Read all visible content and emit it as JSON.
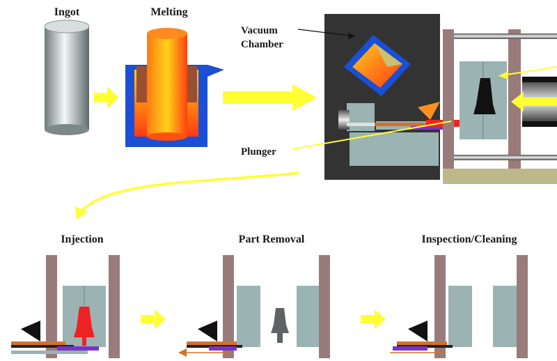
{
  "labels": {
    "ingot": "Ingot",
    "melting": "Melting",
    "vacuum_line1": "Vacuum",
    "vacuum_line2": "Chamber",
    "plunger": "Plunger",
    "injection": "Injection",
    "part_removal": "Part Removal",
    "inspection": "Inspection/Cleaning"
  },
  "colors": {
    "arrow": "#ffff33",
    "chamber_bg": "#333333",
    "mold": "#9bb3b3",
    "platen": "#9a7b7b",
    "crucible": "#1a4fd6",
    "melt_orange": "#ff5a10",
    "melt_yellow": "#ffd21a",
    "part_red": "#ee2222",
    "part_black": "#111111",
    "plunger_orange": "#d0722a",
    "plunger_purple": "#7a33c8",
    "base_khaki": "#bdb88a"
  }
}
